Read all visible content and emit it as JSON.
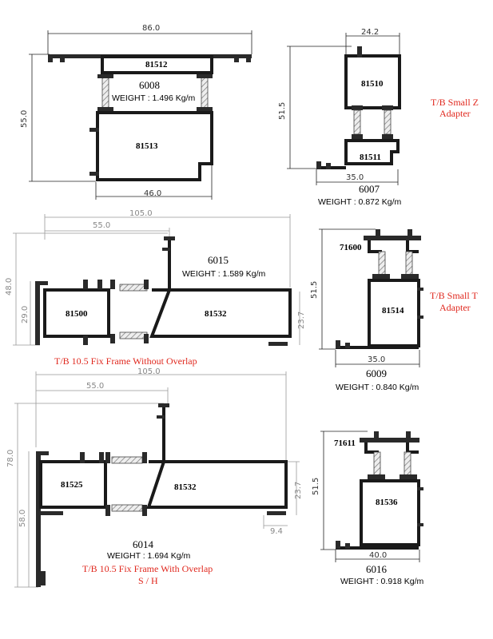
{
  "profiles": {
    "p6008": {
      "model": "6008",
      "weight": "WEIGHT : 1.496 Kg/m",
      "top_code": "81512",
      "bottom_code": "81513",
      "dim_width_top": "86.0",
      "dim_height": "55.0",
      "dim_width_bottom": "46.0"
    },
    "p6007": {
      "model": "6007",
      "weight": "WEIGHT : 0.872 Kg/m",
      "top_code": "81510",
      "bottom_code": "81511",
      "dim_width_top": "24.2",
      "dim_height": "51.5",
      "dim_width_bottom": "35.0",
      "caption_line1": "T/B Small Z",
      "caption_line2": "Adapter"
    },
    "p6015": {
      "model": "6015",
      "weight": "WEIGHT : 1.589 Kg/m",
      "left_code": "81500",
      "right_code": "81532",
      "dim_total": "105.0",
      "dim_width": "55.0",
      "dim_height": "48.0",
      "dim_inner": "29.0",
      "dim_right": "23.7",
      "caption": "T/B 10.5 Fix Frame Without Overlap"
    },
    "p6009": {
      "model": "6009",
      "weight": "WEIGHT : 0.840 Kg/m",
      "top_code": "71600",
      "bottom_code": "81514",
      "dim_height": "51.5",
      "dim_width_bottom": "35.0",
      "caption_line1": "T/B Small T",
      "caption_line2": "Adapter"
    },
    "p6014": {
      "model": "6014",
      "weight": "WEIGHT : 1.694 Kg/m",
      "left_code": "81525",
      "right_code": "81532",
      "dim_total": "105.0",
      "dim_width": "55.0",
      "dim_height": "78.0",
      "dim_inner": "58.0",
      "dim_right": "23.7",
      "dim_lip": "9.4",
      "caption_line1": "T/B 10.5 Fix Frame With Overlap",
      "caption_line2": "S / H"
    },
    "p6016": {
      "model": "6016",
      "weight": "WEIGHT : 0.918 Kg/m",
      "top_code": "71611",
      "bottom_code": "81536",
      "dim_height": "51.5",
      "dim_width_bottom": "40.0"
    }
  },
  "colors": {
    "caption_red": "#e0281e",
    "profile_stroke": "#1a1a1a"
  }
}
